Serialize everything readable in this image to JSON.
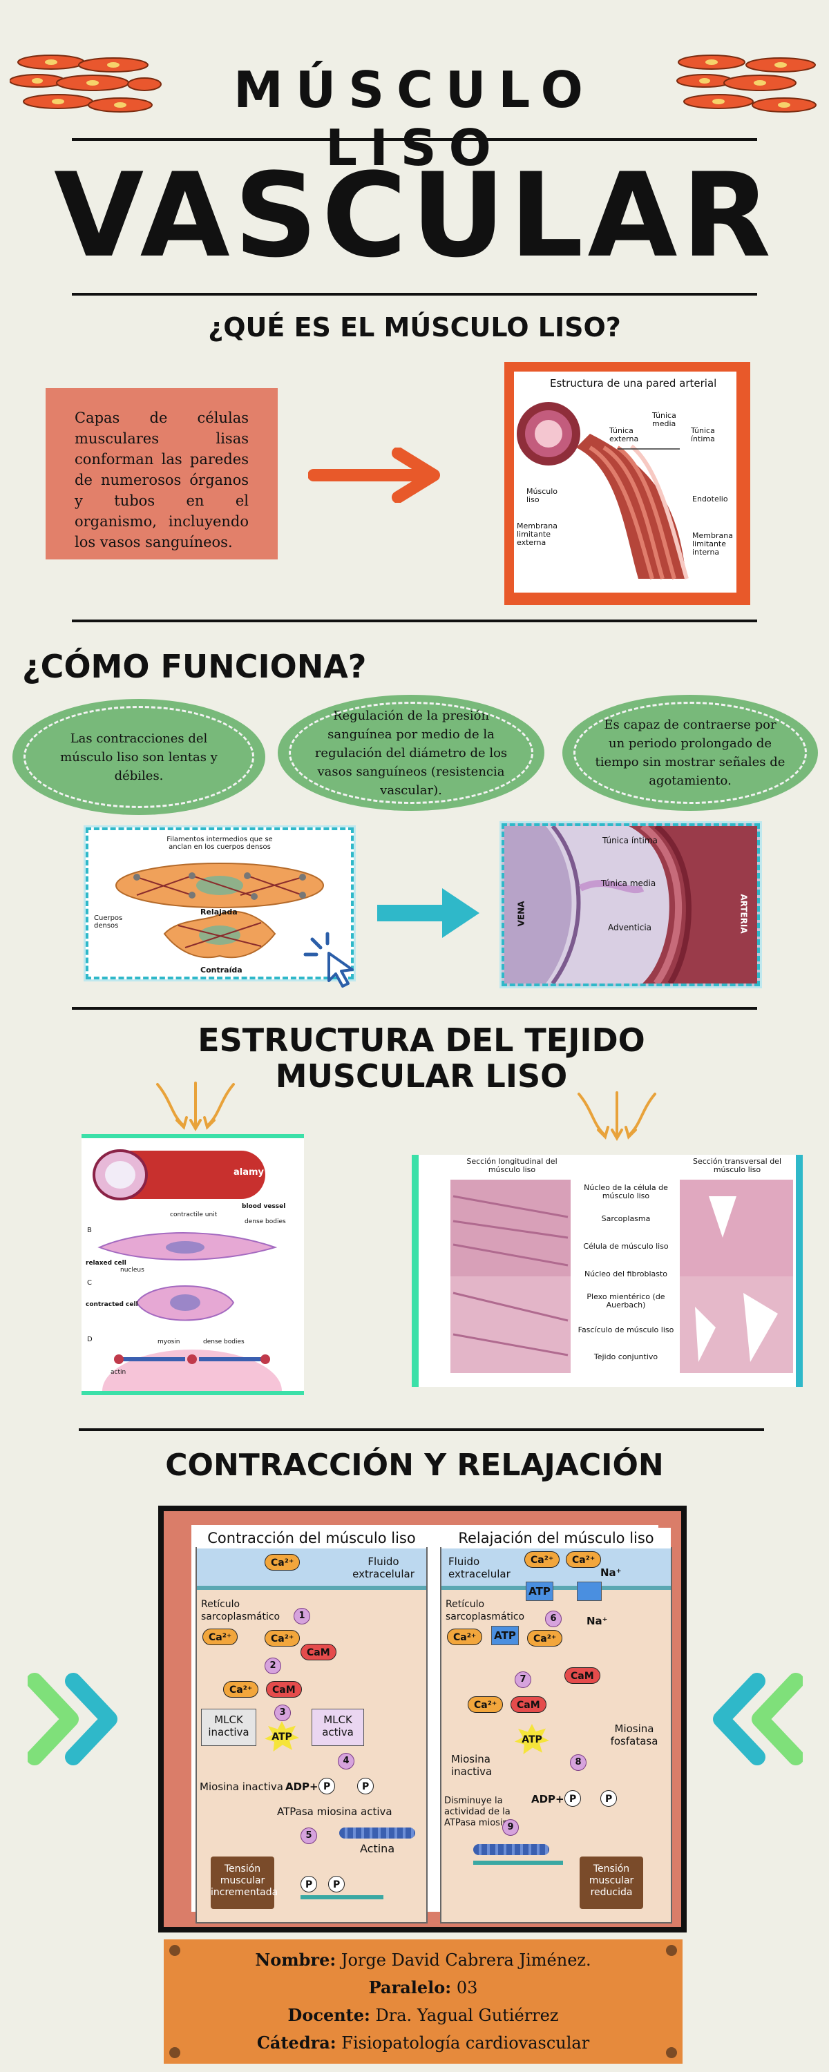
{
  "header": {
    "title_top": "MÚSCULO LISO",
    "title_main": "VASCULAR"
  },
  "what": {
    "heading": "¿QUÉ ES EL MÚSCULO LISO?",
    "text": "Capas de células musculares lisas conforman las paredes de numerosos órganos y tubos en el organismo, incluyendo los vasos sanguíneos.",
    "figure": {
      "title": "Estructura de una pared arterial",
      "labels": [
        "Túnica externa",
        "Túnica media",
        "Túnica íntima",
        "Músculo liso",
        "Endotelio",
        "Membrana limitante externa",
        "Membrana limitante interna"
      ]
    }
  },
  "function": {
    "heading": "¿CÓMO FUNCIONA?",
    "ovals": [
      "Las contracciones del músculo liso son lentas y débiles.",
      "Regulación de la presión sanguínea por medio de la regulación del diámetro de los vasos sanguíneos (resistencia vascular).",
      "Es capaz de contraerse por un periodo prolongado de tiempo sin mostrar señales de agotamiento."
    ],
    "cell_figure": {
      "label_filaments": "Filamentos intermedios que se anclan en los cuerpos densos",
      "label_relaxed": "Relajada",
      "label_dense": "Cuerpos densos",
      "label_contracted": "Contraída"
    },
    "vessel_figure": {
      "intima": "Túnica íntima",
      "media": "Túnica media",
      "adventitia": "Adventicia",
      "vein": "VENA",
      "artery": "ARTERIA"
    }
  },
  "structure": {
    "heading_line1": "ESTRUCTURA DEL TEJIDO",
    "heading_line2": "MUSCULAR LISO",
    "left_figure": {
      "watermark": "alamy",
      "blood_vessel": "blood vessel",
      "contractile_unit": "contractile unit",
      "dense_bodies": "dense bodies",
      "relaxed_cell": "relaxed cell",
      "nucleus": "nucleus",
      "contracted_cell": "contracted cell",
      "myosin": "myosin",
      "actin": "actin",
      "dense_bodies_2": "dense bodies",
      "letters": [
        "B",
        "C",
        "D"
      ]
    },
    "right_figure": {
      "longitudinal": "Sección longitudinal del músculo liso",
      "transversal": "Sección transversal del músculo liso",
      "labels": [
        "Núcleo de la célula de músculo liso",
        "Sarcoplasma",
        "Célula de músculo liso",
        "Núcleo del fibroblasto",
        "Plexo mientérico (de Auerbach)",
        "Fascículo de músculo liso",
        "Tejido conjuntivo"
      ]
    }
  },
  "contraction": {
    "heading": "CONTRACCIÓN Y RELAJACIÓN",
    "left": {
      "title": "Contracción del músculo liso",
      "fluid": "Fluido extracelular",
      "reticulum": "Retículo sarcoplasmático",
      "ca": "Ca²⁺",
      "cam": "CaM",
      "mlck_inactive": "MLCK inactiva",
      "mlck_active": "MLCK activa",
      "atp": "ATP",
      "adp": "ADP+",
      "p": "P",
      "myosin_inactive": "Miosina inactiva",
      "atpase": "ATPasa miosina activa",
      "actin": "Actina",
      "tension": "Tensión muscular incrementada",
      "steps": [
        "1",
        "2",
        "3",
        "4",
        "5"
      ]
    },
    "right": {
      "title": "Relajación del músculo liso",
      "fluid": "Fluido extracelular",
      "reticulum": "Retículo sarcoplasmático",
      "ca": "Ca²⁺",
      "na": "Na⁺",
      "cam": "CaM",
      "atp": "ATP",
      "adp": "ADP+",
      "p": "P",
      "phosphatase": "Miosina fosfatasa",
      "myosin_inactive": "Miosina inactiva",
      "decrease": "Disminuye la actividad de la ATPasa miosina",
      "tension": "Tensión muscular reducida",
      "steps": [
        "6",
        "7",
        "8",
        "9"
      ]
    }
  },
  "footer": {
    "name_label": "Nombre:",
    "name": "Jorge David Cabrera Jiménez.",
    "paralelo_label": "Paralelo:",
    "paralelo": "03",
    "docente_label": "Docente:",
    "docente": "Dra. Yagual Gutiérrez",
    "catedra_label": "Cátedra:",
    "catedra": "Fisiopatología cardiovascular"
  },
  "colors": {
    "background": "#efefe6",
    "salmon": "#e2806a",
    "orange_arrow": "#e8592a",
    "green_oval": "#78b97a",
    "teal": "#2fb8c9",
    "footer": "#e68a3c"
  }
}
